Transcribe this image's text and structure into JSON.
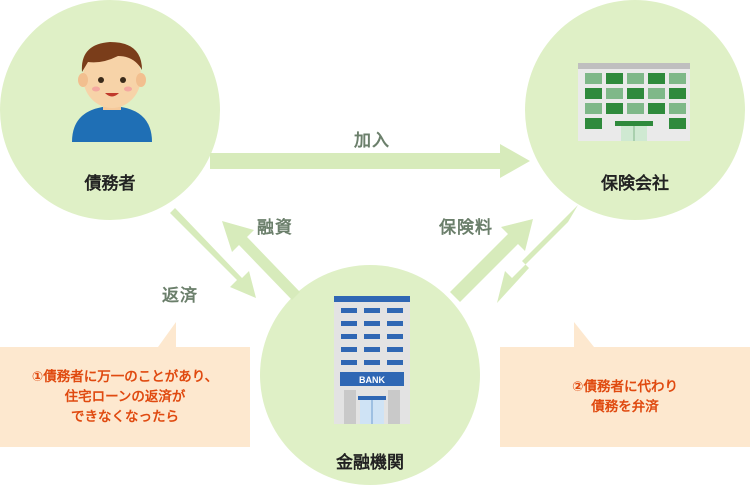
{
  "nodes": {
    "debtor": {
      "label": "債務者"
    },
    "insurer": {
      "label": "保険会社"
    },
    "bank": {
      "label": "金融機関",
      "sign": "BANK"
    }
  },
  "flows": {
    "join": "加入",
    "loan": "融資",
    "premium": "保険料",
    "repay": "返済"
  },
  "notes": {
    "left": [
      "①債務者に万一のことがあり、",
      "住宅ローンの返済が",
      "できなくなったら"
    ],
    "right": [
      "②債務者に代わり",
      "債務を弁済"
    ]
  },
  "colors": {
    "circle": "#dff0c6",
    "arrow": "#d7ebbb",
    "note_bg": "#fde8cf",
    "note_text": "#e04a10",
    "flow_text": "#6b7f6b"
  }
}
